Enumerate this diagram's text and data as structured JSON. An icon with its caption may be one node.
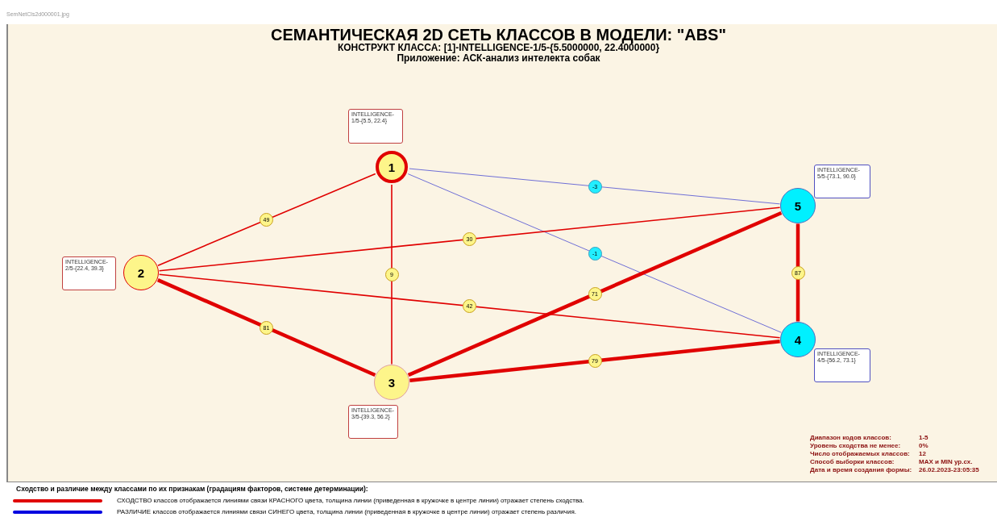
{
  "diagram": {
    "title": "СЕМАНТИЧЕСКАЯ 2D СЕТЬ КЛАССОВ В МОДЕЛИ: \"ABS\"",
    "nodes": [
      {
        "text": [
          "1"
        ]
      },
      {
        "text": [
          "2"
        ]
      },
      {
        "text": [
          "3"
        ]
      },
      {
        "text": [
          "4"
        ]
      },
      {
        "text": [
          "5"
        ]
      },
      {
        "text": [
          "INTELLIGENCE-1/5-{5.5, 22.4}"
        ]
      },
      {
        "text": [
          "INTELLIGENCE-2/5-{22.4, 39.3}"
        ]
      },
      {
        "text": [
          "INTELLIGENCE-3/5-{39.3, 56.2}"
        ]
      },
      {
        "text": [
          "INTELLIGENCE-4/5-{56.2, 73.1}"
        ]
      },
      {
        "text": [
          "INTELLIGENCE-5/5-{73.1, 90.0}"
        ]
      }
    ],
    "edges": [
      {
        "from": 0,
        "to": 1,
        "arrow": "none",
        "label": "49"
      },
      {
        "from": 0,
        "to": 2,
        "arrow": "none",
        "label": "9"
      },
      {
        "from": 0,
        "to": 4,
        "arrow": "none",
        "label": "-3",
        "color": "#6f6fd6"
      },
      {
        "from": 0,
        "to": 3,
        "arrow": "none",
        "label": "-1",
        "color": "#6f6fd6"
      },
      {
        "from": 1,
        "to": 4,
        "arrow": "none",
        "label": "30"
      },
      {
        "from": 1,
        "to": 3,
        "arrow": "none",
        "label": "42"
      },
      {
        "from": 1,
        "to": 2,
        "arrow": "none",
        "label": "81",
        "style": "thick"
      },
      {
        "from": 2,
        "to": 4,
        "arrow": "none",
        "label": "71",
        "style": "thick"
      },
      {
        "from": 2,
        "to": 3,
        "arrow": "none",
        "label": "79",
        "style": "thick"
      },
      {
        "from": 4,
        "to": 3,
        "arrow": "none",
        "label": "87",
        "style": "thick"
      }
    ],
    "labels": [
      "SemNetCls2d000001.jpg",
      "КОНСТРУКТ КЛАССА: [1]-INTELLIGENCE-1/5-{5.5000000, 22.4000000}",
      "Приложение: АСК-анализ интелекта собак",
      "Диапазон кодов классов:",
      "1-5",
      "Уровень сходства не менее:",
      "0%",
      "Число отображаемых классов:",
      "12",
      "Способ выборки классов:",
      "MAX и MIN ур.сх.",
      "Дата и время создания формы:",
      "26.02.2023-23:05:35",
      "Сходство и различие между классами по их признакам (градациям факторов, системе детерминации):"
    ],
    "legend": [
      {
        "text": "СХОДСТВО классов отображается линиями связи КРАСНОГО цвета, толщина линии (приведенная в кружочке в центре линии) отражает степень сходства."
      },
      {
        "text": "РАЗЛИЧИЕ классов отображается линиями связи СИНЕГО цвета, толщина линии (приведенная в кружочке в центре линии) отражает степень различия."
      }
    ]
  }
}
